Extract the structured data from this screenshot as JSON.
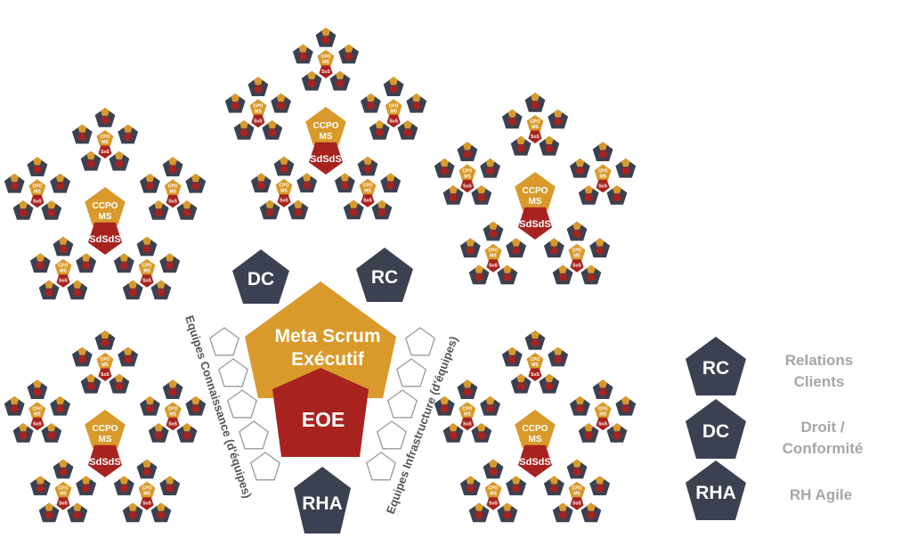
{
  "colors": {
    "navy": "#3b4150",
    "orange": "#d99a2b",
    "red": "#a8221f",
    "white": "#ffffff",
    "legend_text": "#a6a6a6",
    "side_label": "#555555",
    "outline": "#9a9a9a"
  },
  "center": {
    "meta_line1": "Meta Scrum",
    "meta_line2": "Exécutif",
    "eoe": "EOE",
    "dc": "DC",
    "rc": "RC",
    "rha": "RHA"
  },
  "side_labels": {
    "left": "Equipes Connaissance (d'équipes)",
    "right": "Equipes Infrastructure (d'équipes)"
  },
  "cluster": {
    "ccpo_line1": "CCPO",
    "ccpo_line2": "MS",
    "sdsds": "SdSdS"
  },
  "subcluster": {
    "cpo_line1": "CPO",
    "cpo_line2": "MS",
    "sos": "SoS"
  },
  "legend": [
    {
      "abbr": "RC",
      "line1": "Relations",
      "line2": "Clients"
    },
    {
      "abbr": "DC",
      "line1": "Droit /",
      "line2": "Conformité"
    },
    {
      "abbr": "RHA",
      "line1": "RH Agile",
      "line2": ""
    }
  ]
}
